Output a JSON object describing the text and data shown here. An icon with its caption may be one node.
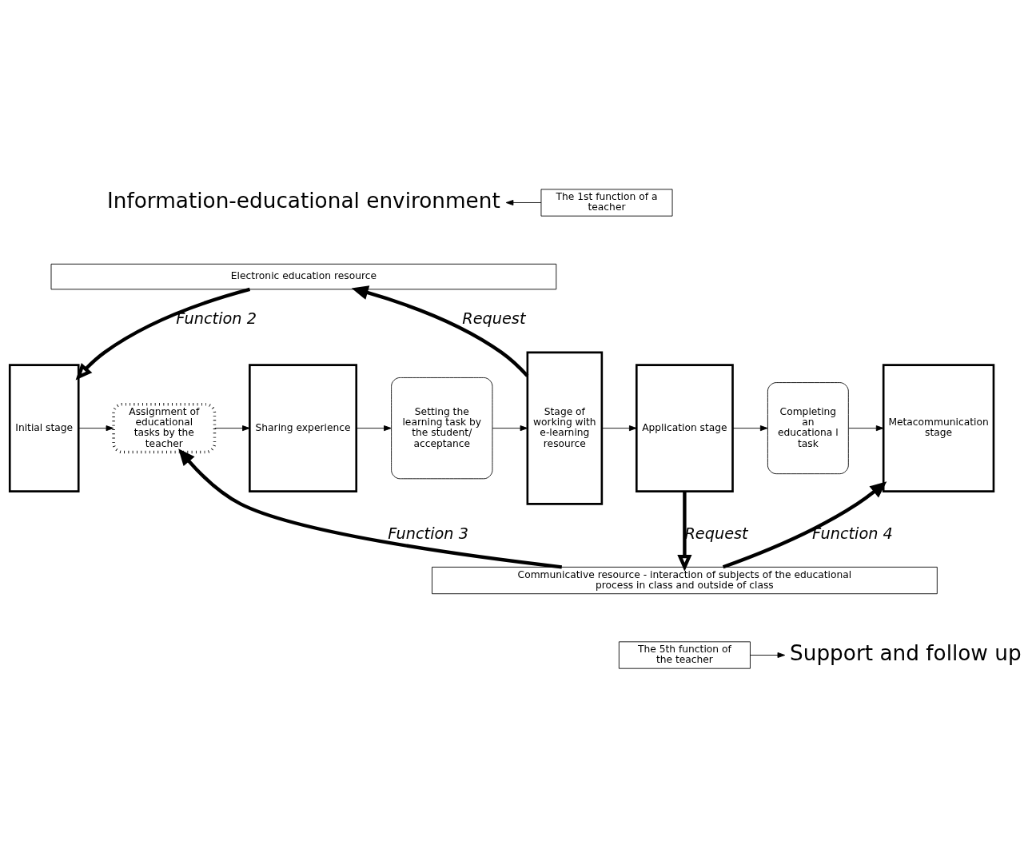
{
  "diagram": {
    "nodes": [
      {
        "text": [
          "Information-educational environment"
        ]
      },
      {
        "text": [
          "The 1st function of a teacher"
        ]
      },
      {
        "text": [
          "Electronic education resource"
        ]
      },
      {
        "text": [
          "Initial stage"
        ]
      },
      {
        "text": [
          "Assignment of educational tasks by the teacher"
        ]
      },
      {
        "text": [
          "Sharing experience"
        ]
      },
      {
        "text": [
          "Setting the learning task by the student/ acceptance"
        ]
      },
      {
        "text": [
          "Stage of working with e-learning resource"
        ]
      },
      {
        "text": [
          "Application stage"
        ]
      },
      {
        "text": [
          "Completing an educationa l task"
        ]
      },
      {
        "text": [
          "Metacommunication stage"
        ]
      },
      {
        "text": [
          "Communicative resource - interaction of subjects of the educational process in class and outside of class"
        ]
      },
      {
        "text": [
          "The 5th function of the teacher"
        ]
      },
      {
        "text": [
          "Support and follow up"
        ]
      }
    ],
    "edges": [
      {
        "from": 1,
        "to": 0,
        "arrow": "to"
      },
      {
        "from": 2,
        "to": 3,
        "arrow": "to",
        "label": "Function 2",
        "style": "thick"
      },
      {
        "from": 3,
        "to": 4,
        "arrow": "to"
      },
      {
        "from": 4,
        "to": 5,
        "arrow": "to"
      },
      {
        "from": 5,
        "to": 6,
        "arrow": "to"
      },
      {
        "from": 6,
        "to": 7,
        "arrow": "to"
      },
      {
        "from": 7,
        "to": 8,
        "arrow": "to"
      },
      {
        "from": 8,
        "to": 9,
        "arrow": "to"
      },
      {
        "from": 9,
        "to": 10,
        "arrow": "to"
      },
      {
        "from": 7,
        "to": 2,
        "arrow": "to",
        "label": "Request",
        "style": "thick"
      },
      {
        "from": 8,
        "to": 11,
        "arrow": "to",
        "label": "Request",
        "style": "thick"
      },
      {
        "from": 11,
        "to": 4,
        "arrow": "to",
        "label": "Function 3",
        "style": "thick"
      },
      {
        "from": 11,
        "to": 10,
        "arrow": "to",
        "label": "Function 4",
        "style": "thick"
      },
      {
        "from": 12,
        "to": 13,
        "arrow": "to"
      }
    ]
  }
}
